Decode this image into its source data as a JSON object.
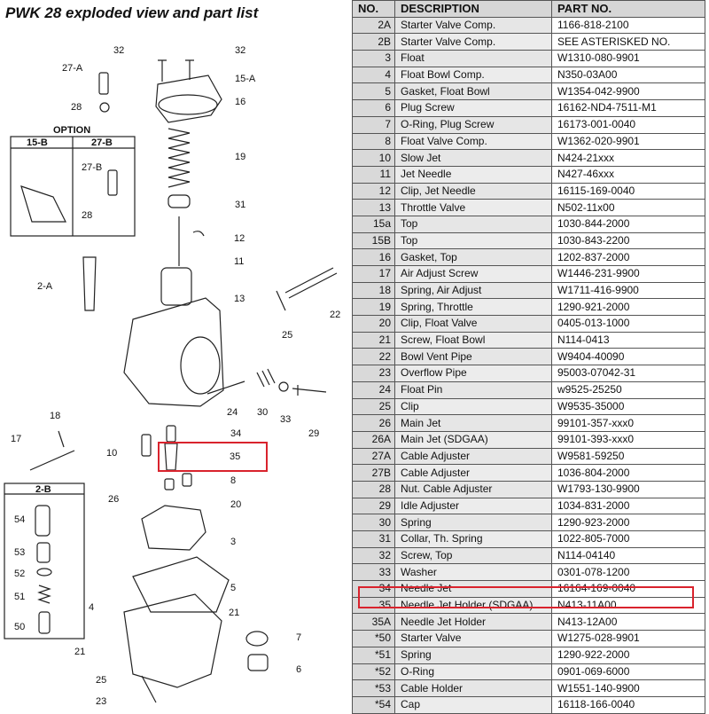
{
  "title": "PWK 28 exploded view and part list",
  "table": {
    "headers": [
      "NO.",
      "DESCRIPTION",
      "PART NO."
    ],
    "rows": [
      [
        "2A",
        "Starter Valve Comp.",
        "1166-818-2100"
      ],
      [
        "2B",
        "Starter Valve Comp.",
        "SEE ASTERISKED NO."
      ],
      [
        "3",
        "Float",
        "W1310-080-9901"
      ],
      [
        "4",
        "Float Bowl Comp.",
        "N350-03A00"
      ],
      [
        "5",
        "Gasket, Float Bowl",
        "W1354-042-9900"
      ],
      [
        "6",
        "Plug Screw",
        "16162-ND4-7511-M1"
      ],
      [
        "7",
        "O-Ring, Plug Screw",
        "16173-001-0040"
      ],
      [
        "8",
        "Float Valve Comp.",
        "W1362-020-9901"
      ],
      [
        "10",
        "Slow Jet",
        "N424-21xxx"
      ],
      [
        "11",
        "Jet Needle",
        "N427-46xxx"
      ],
      [
        "12",
        "Clip, Jet Needle",
        "16115-169-0040"
      ],
      [
        "13",
        "Throttle Valve",
        "N502-11x00"
      ],
      [
        "15a",
        "Top",
        "1030-844-2000"
      ],
      [
        "15B",
        "Top",
        "1030-843-2200"
      ],
      [
        "16",
        "Gasket, Top",
        "1202-837-2000"
      ],
      [
        "17",
        "Air Adjust Screw",
        "W1446-231-9900"
      ],
      [
        "18",
        "Spring, Air Adjust",
        "W1711-416-9900"
      ],
      [
        "19",
        "Spring, Throttle",
        "1290-921-2000"
      ],
      [
        "20",
        "Clip, Float Valve",
        "0405-013-1000"
      ],
      [
        "21",
        "Screw, Float Bowl",
        "N114-0413"
      ],
      [
        "22",
        "Bowl Vent Pipe",
        "W9404-40090"
      ],
      [
        "23",
        "Overflow Pipe",
        "95003-07042-31"
      ],
      [
        "24",
        "Float Pin",
        "w9525-25250"
      ],
      [
        "25",
        "Clip",
        "W9535-35000"
      ],
      [
        "26",
        "Main Jet",
        "99101-357-xxx0"
      ],
      [
        "26A",
        "Main Jet (SDGAA)",
        "99101-393-xxx0"
      ],
      [
        "27A",
        "Cable Adjuster",
        "W9581-59250"
      ],
      [
        "27B",
        "Cable Adjuster",
        "1036-804-2000"
      ],
      [
        "28",
        "Nut. Cable Adjuster",
        "W1793-130-9900"
      ],
      [
        "29",
        "Idle Adjuster",
        "1034-831-2000"
      ],
      [
        "30",
        "Spring",
        "1290-923-2000"
      ],
      [
        "31",
        "Collar, Th. Spring",
        "1022-805-7000"
      ],
      [
        "32",
        "Screw, Top",
        "N114-04140"
      ],
      [
        "33",
        "Washer",
        "0301-078-1200"
      ],
      [
        "34",
        "Needle Jet",
        "16164-169-0040"
      ],
      [
        "35",
        "Needle Jet Holder (SDGAA)",
        "N413-11A00"
      ],
      [
        "35A",
        "Needle Jet Holder",
        "N413-12A00"
      ],
      [
        "*50",
        "Starter Valve",
        "W1275-028-9901"
      ],
      [
        "*51",
        "Spring",
        "1290-922-2000"
      ],
      [
        "*52",
        "O-Ring",
        "0901-069-6000"
      ],
      [
        "*53",
        "Cable Holder",
        "W1551-140-9900"
      ],
      [
        "*54",
        "Cap",
        "16118-166-0040"
      ]
    ]
  },
  "diagram": {
    "option_title": "OPTION",
    "option_cols": [
      "15-B",
      "27-B"
    ],
    "inset_title": "2-B",
    "labels": [
      "32",
      "32",
      "27-A",
      "15-A",
      "28",
      "16",
      "19",
      "31",
      "27-B",
      "28",
      "12",
      "11",
      "2-A",
      "13",
      "22",
      "25",
      "24",
      "30",
      "33",
      "29",
      "18",
      "34",
      "17",
      "10",
      "35",
      "8",
      "26",
      "20",
      "3",
      "54",
      "53",
      "52",
      "5",
      "51",
      "4",
      "21",
      "7",
      "50",
      "21",
      "6",
      "25",
      "23"
    ]
  },
  "highlight": {
    "color": "#d9232d",
    "part": "35"
  }
}
